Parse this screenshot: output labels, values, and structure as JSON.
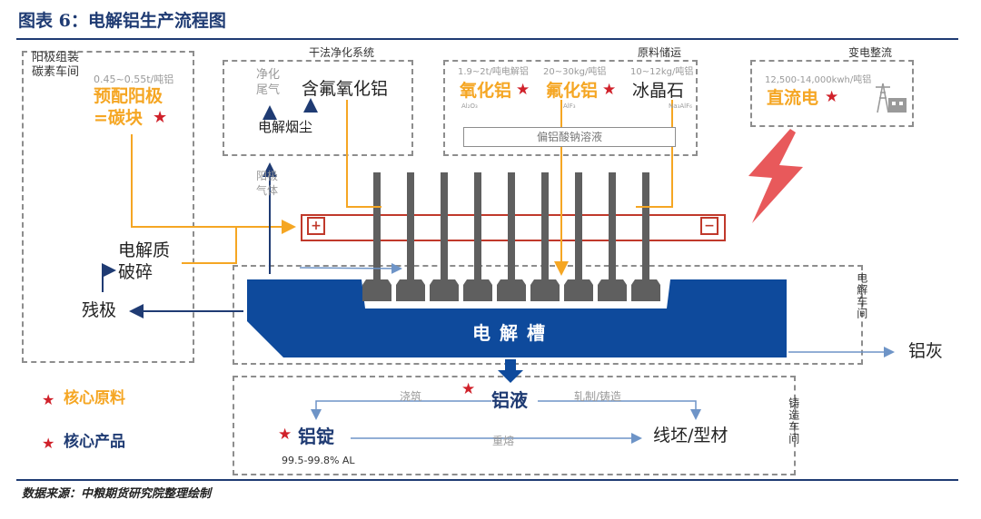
{
  "header": {
    "title": "图表 6：电解铝生产流程图"
  },
  "footer": {
    "source": "数据来源：中粮期货研究院整理绘制"
  },
  "sections": {
    "anode_workshop": "阳极组装碳素车间",
    "dry_purification": "干法净化系统",
    "raw_storage": "原料储运",
    "rectifier": "变电整流",
    "electrolysis_workshop": "电解车间",
    "casting_workshop": "铸造车间"
  },
  "anode": {
    "usage": "0.45~0.55t/吨铝",
    "name_line1": "预配阳极",
    "name_line2": "=碳块"
  },
  "dry": {
    "purified_gas_line1": "净化",
    "purified_gas_line2": "尾气",
    "fluoride_alumina": "含氟氧化铝",
    "dust": "电解烟尘",
    "anode_gas_line1": "阳极",
    "anode_gas_line2": "气体"
  },
  "raw": {
    "alumina_usage": "1.9~2t/吨电解铝",
    "alumina": "氧化铝",
    "alumina_formula": "Al₂O₃",
    "fluoride_usage": "20~30kg/吨铝",
    "fluoride": "氟化铝",
    "fluoride_formula": "AlF₃",
    "cryolite_usage": "10~12kg/吨铝",
    "cryolite": "冰晶石",
    "cryolite_formula": "Na₃AlF₆",
    "solution": "偏铝酸钠溶液"
  },
  "power": {
    "usage": "12,500-14,000kwh/吨铝",
    "name": "直流电"
  },
  "cell": {
    "name": "电解槽",
    "plus": "+",
    "minus": "−"
  },
  "left": {
    "electrolyte_line1": "电解质",
    "electrolyte_line2": "破碎",
    "residual": "残极"
  },
  "outputs": {
    "dross": "铝灰",
    "liquid": "铝液",
    "pouring": "浇筑",
    "rolling": "轧制/铸造",
    "ingot": "铝锭",
    "purity": "99.5-99.8% AL",
    "remelt": "重熔",
    "products": "线坯/型材"
  },
  "legend": {
    "core_material": "核心原料",
    "core_product": "核心产品"
  },
  "star": "★",
  "colors": {
    "navy": "#1F3B73",
    "gold": "#F5A623",
    "red": "#D0212A",
    "cell_blue": "#0E4A9C",
    "grey": "#8d8d8d"
  }
}
